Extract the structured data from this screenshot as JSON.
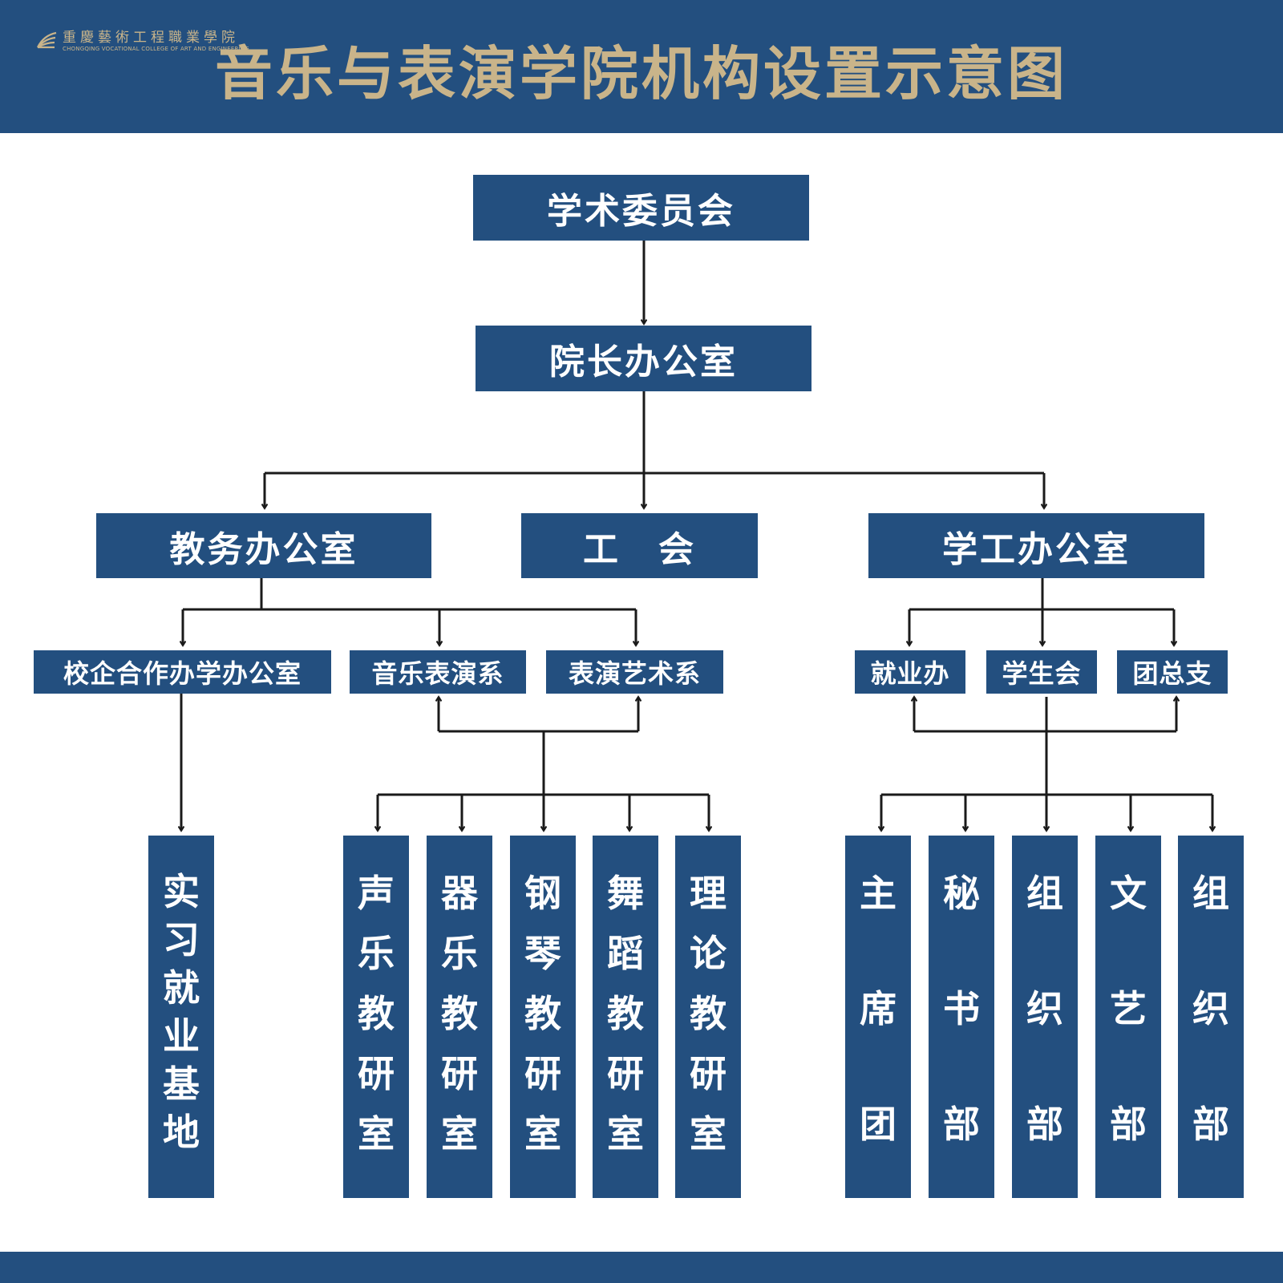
{
  "header": {
    "logo_name": "重慶藝術工程職業學院",
    "logo_english": "CHONGQING VOCATIONAL COLLEGE OF ART AND ENGINEERING",
    "title": "音乐与表演学院机构设置示意图"
  },
  "colors": {
    "brand_blue": "#234f7f",
    "title_gold": "#c9b48a",
    "box_text": "#ffffff",
    "connector": "#1a1a1a"
  },
  "icons": {
    "logo": "wave-emblem-icon",
    "connector_end": "arrowhead-icon"
  },
  "levels": {
    "academic_committee": "学术委员会",
    "dean_office": "院长办公室",
    "academic_affairs_office": "教务办公室",
    "labor_union": "工　会",
    "student_affairs_office": "学工办公室"
  },
  "academic_affairs": {
    "cooperation_office": "校企合作办学办公室",
    "music_performance_dept": "音乐表演系",
    "performing_arts_dept": "表演艺术系",
    "internship_base": "实习就业基地",
    "teaching_rooms": [
      "声乐教研室",
      "器乐教研室",
      "钢琴教研室",
      "舞蹈教研室",
      "理论教研室"
    ]
  },
  "student_affairs": {
    "employment_office": "就业办",
    "student_union": "学生会",
    "league_branch": "团总支",
    "sub_units": [
      "主席团",
      "秘书部",
      "组织部",
      "文艺部",
      "组织部"
    ]
  }
}
